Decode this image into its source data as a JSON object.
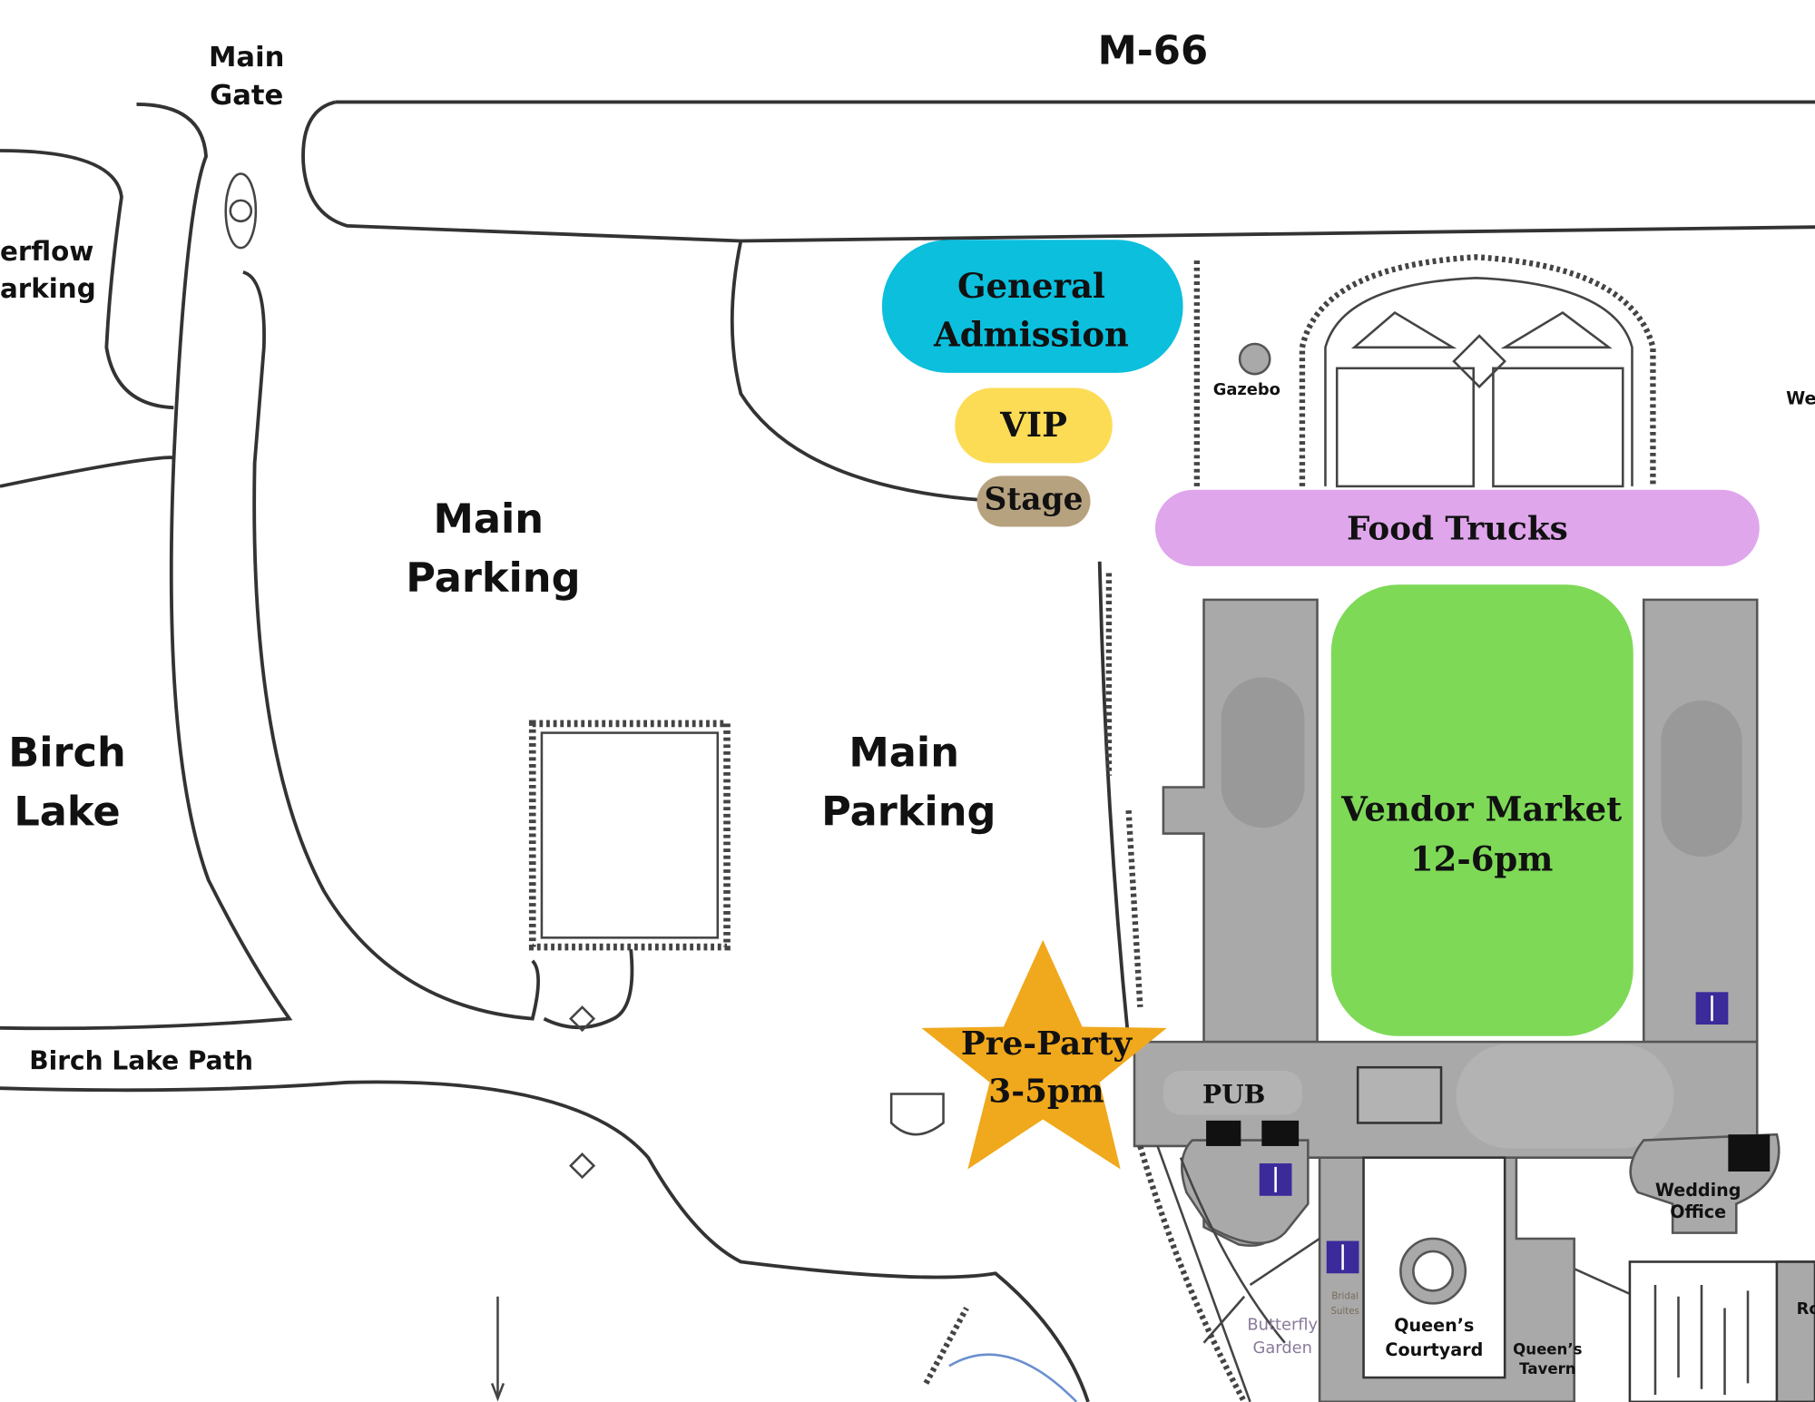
{
  "map_labels": {
    "highway": "M-66",
    "main_gate": [
      "Main",
      "Gate"
    ],
    "overflow_parking": [
      "erflow",
      "arking"
    ],
    "main_parking_1": [
      "Main",
      "Parking"
    ],
    "main_parking_2": [
      "Main",
      "Parking"
    ],
    "birch_lake": [
      "Birch",
      "Lake"
    ],
    "birch_lake_path": "Birch Lake Path",
    "gazebo": "Gazebo",
    "we_partial": "We",
    "pub": "PUB",
    "wedding_office": [
      "Wedding",
      "Office"
    ],
    "queens_courtyard": [
      "Queen’s",
      "Courtyard"
    ],
    "queens_tavern": [
      "Queen’s",
      "Tavern"
    ],
    "butterfly_garden": [
      "Butterfly",
      "Garden"
    ],
    "bridal_suites": [
      "Bridal",
      "Suites"
    ],
    "ro_partial": "Ro"
  },
  "events": {
    "general_admission": [
      "General",
      "Admission"
    ],
    "vip": "VIP",
    "stage": "Stage",
    "food_trucks": "Food Trucks",
    "vendor_market": [
      "Vendor Market",
      "12-6pm"
    ],
    "pre_party": [
      "Pre-Party",
      "3-5pm"
    ]
  },
  "colors": {
    "general_admission": "#0bbfdd",
    "vip": "#fddc55",
    "stage": "#b7a27f",
    "food_trucks": "#dfa6ec",
    "vendor_market": "#7ed957",
    "pre_party": "#f0a81c",
    "building": "#a9a9a9",
    "restroom": "#3a2a9a"
  }
}
